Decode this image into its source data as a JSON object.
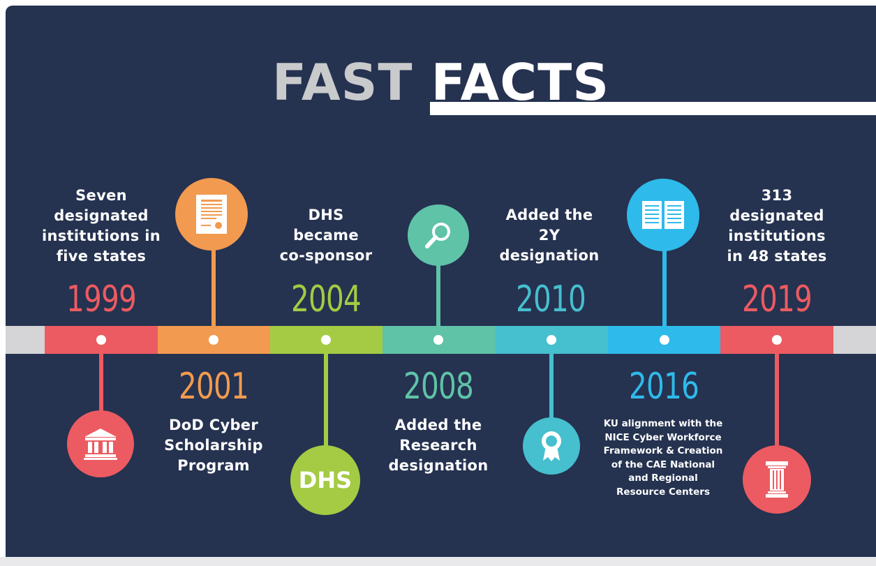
{
  "header": {
    "title_part1": "FAST",
    "title_part2": "FACTS"
  },
  "colors": {
    "background": "#253250",
    "red": "#ec5b61",
    "orange": "#f29a4f",
    "green": "#a4cb43",
    "teal": "#5fc3a7",
    "aqua": "#46bfce",
    "blue": "#2ebaea",
    "band_gray": "#d5d5d7"
  },
  "timeline": [
    {
      "year": "1999",
      "text": "Seven\ndesignated\ninstitutions in\nfive states",
      "icon": "government-building-icon"
    },
    {
      "year": "2001",
      "text": "DoD Cyber\nScholarship\nProgram",
      "icon": "certificate-document-icon"
    },
    {
      "year": "2004",
      "text": "DHS\nbecame\nco-sponsor",
      "icon": "dhs-badge",
      "icon_label": "DHS"
    },
    {
      "year": "2008",
      "text": "Added the\nResearch\ndesignation",
      "icon": "magnifying-glass-icon"
    },
    {
      "year": "2010",
      "text": "Added the\n2Y\ndesignation",
      "icon": "award-ribbon-icon"
    },
    {
      "year": "2016",
      "text": "KU alignment with the\nNICE Cyber Workforce\nFramework & Creation\nof the CAE National\nand Regional\nResource Centers",
      "icon": "open-book-icon"
    },
    {
      "year": "2019",
      "text": "313\ndesignated\ninstitutions\nin 48 states",
      "icon": "column-pillar-icon"
    }
  ]
}
